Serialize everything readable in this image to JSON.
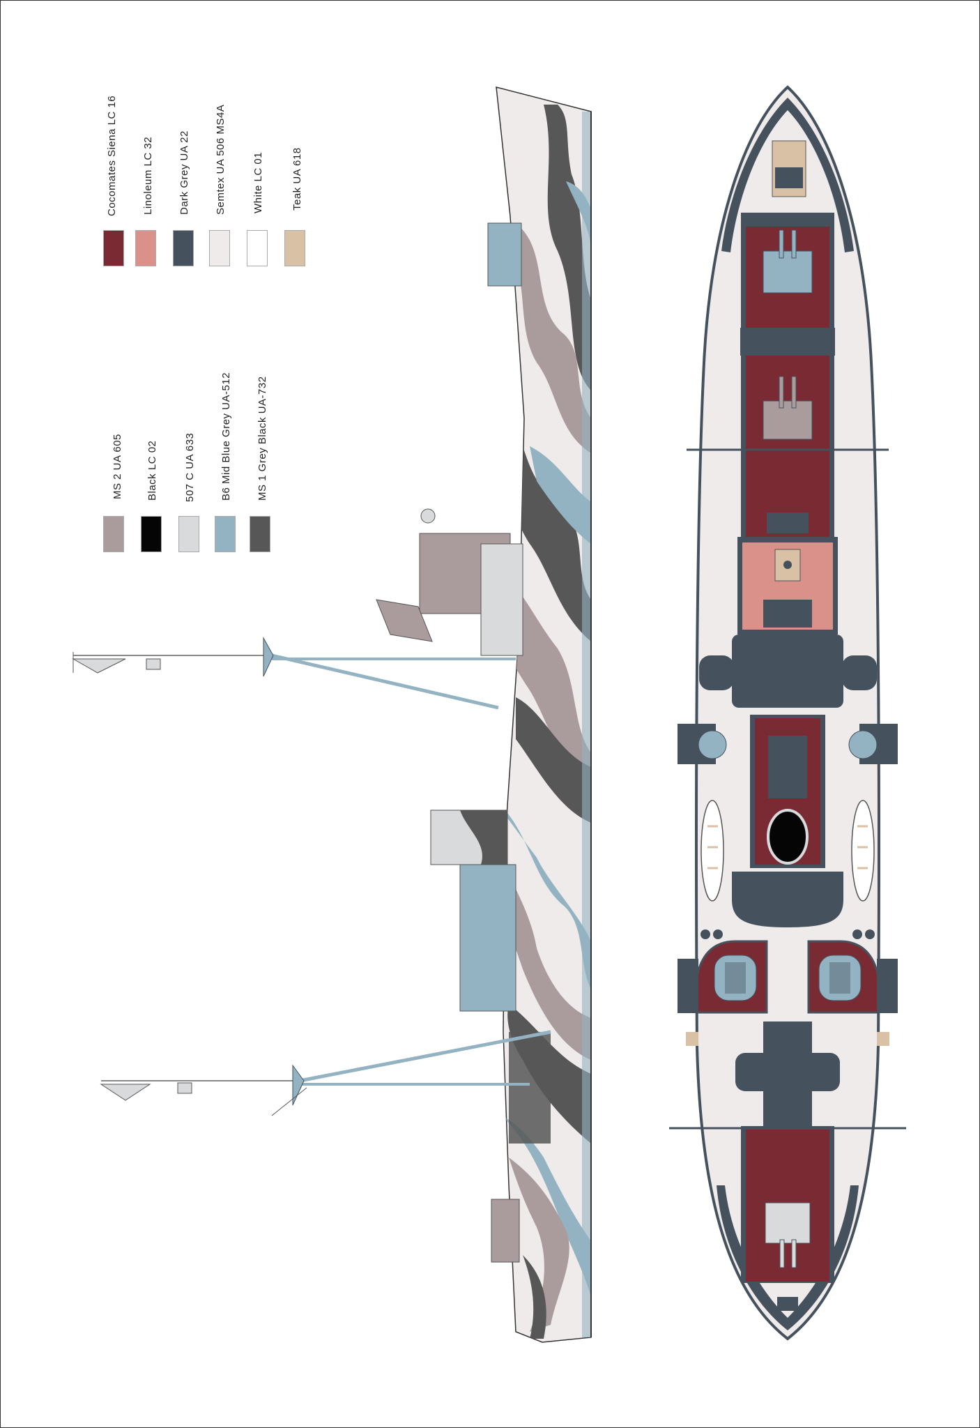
{
  "legend_group_1": [
    {
      "label": "Cocomates  Siena LC 16",
      "color": "#7a2a32"
    },
    {
      "label": "Linoleum   LC 32",
      "color": "#d9918a"
    },
    {
      "label": "Dark Grey   UA 22",
      "color": "#45525e"
    },
    {
      "label": "Semtex  UA 506 MS4A",
      "color": "#efebea"
    },
    {
      "label": "White   LC 01",
      "color": "#ffffff"
    },
    {
      "label": "Teak  UA 618",
      "color": "#d9c1a5"
    }
  ],
  "legend_group_2": [
    {
      "label": "MS 2   UA 605",
      "color": "#aa9c9c"
    },
    {
      "label": "Black  LC 02",
      "color": "#050505"
    },
    {
      "label": "507 C  UA 633",
      "color": "#d9dadb"
    },
    {
      "label": "B6 Mid Blue Grey    UA-512",
      "color": "#93b2c2"
    },
    {
      "label": "MS 1 Grey Black  UA-732",
      "color": "#575757"
    }
  ],
  "colors": {
    "deck_red": "#7a2a32",
    "linoleum": "#d9918a",
    "dark_grey": "#45525e",
    "semtex": "#efebea",
    "teak": "#d9c1a5",
    "camo_brown": "#aa9c9c",
    "camo_light": "#d9dadb",
    "camo_blue": "#93b2c2",
    "camo_dark": "#575757",
    "outline": "#333333"
  }
}
